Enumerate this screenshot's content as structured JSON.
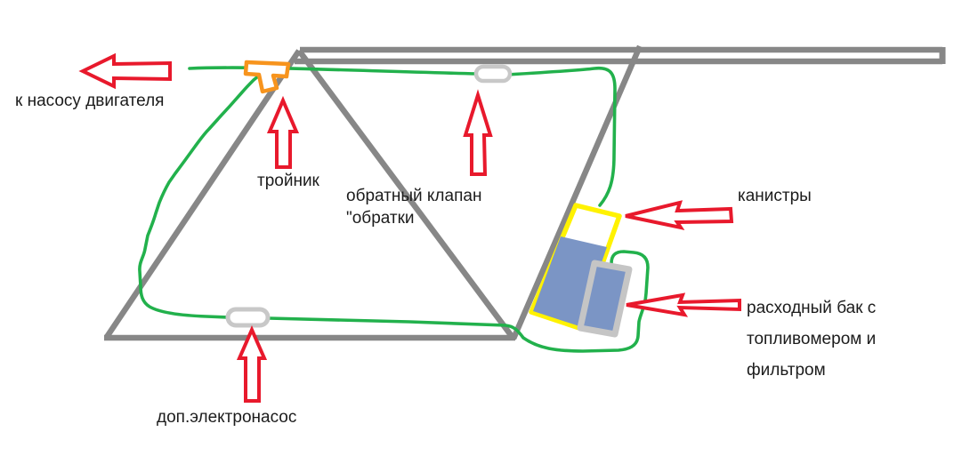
{
  "title": "fuel-system-paint-diagram",
  "labels": {
    "engine_pump": "к насосу двигателя",
    "tee": "тройник",
    "check_valve": "обратный клапан\n\"обратки",
    "canisters": "канистры",
    "supply_tank": "расходный бак с\nтопливомером и\nфильтром",
    "aux_pump": "доп.электронасос"
  },
  "colors": {
    "frame_gray": "#878787",
    "fitting_gray": "#c8c8c8",
    "fuel_line_green": "#22b14c",
    "tee_orange": "#f7941d",
    "arrow_red": "#e8192c",
    "canister_yellow": "#fff200",
    "fuel_blue": "#7b95c5",
    "text_black": "#1c1c1c",
    "background": "#ffffff"
  }
}
